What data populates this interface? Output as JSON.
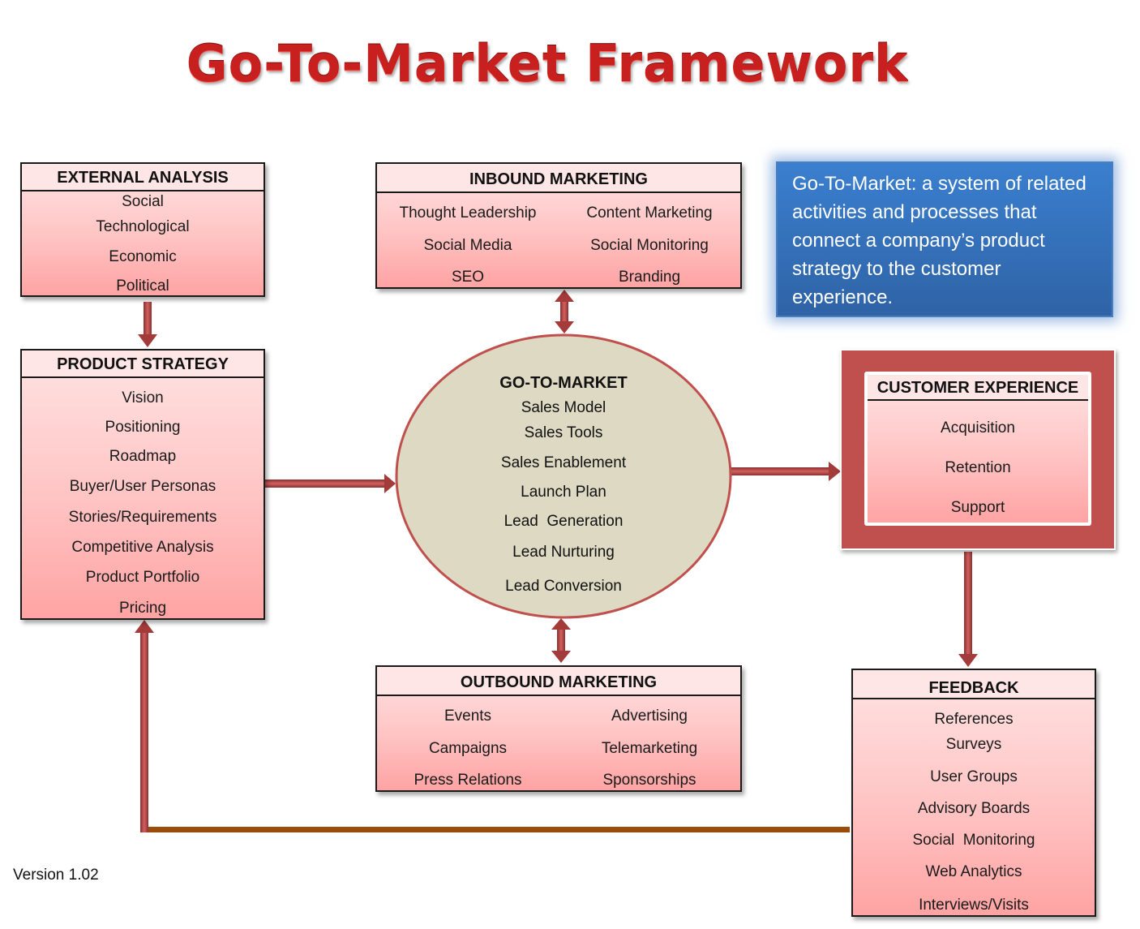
{
  "title": "Go-To-Market Framework",
  "definition": "Go-To-Market: a system of related activities and processes that connect  a company’s product strategy to the customer experience.",
  "version": "Version 1.02",
  "external_analysis": {
    "title": "EXTERNAL ANALYSIS",
    "items": [
      "Social",
      "Technological",
      "Economic",
      "Political"
    ]
  },
  "product_strategy": {
    "title": "PRODUCT STRATEGY",
    "items": [
      "Vision",
      "Positioning",
      "Roadmap",
      "Buyer/User Personas",
      "Stories/Requirements",
      "Competitive Analysis",
      "Product Portfolio",
      "Pricing"
    ]
  },
  "inbound_marketing": {
    "title": "INBOUND MARKETING",
    "left": [
      "Thought Leadership",
      "Social Media",
      "SEO"
    ],
    "right": [
      "Content Marketing",
      "Social Monitoring",
      "Branding"
    ]
  },
  "go_to_market": {
    "title": "GO-TO-MARKET",
    "items": [
      "Sales Model",
      "Sales Tools",
      "Sales Enablement",
      "Launch Plan",
      "Lead  Generation",
      "Lead Nurturing",
      "Lead Conversion"
    ]
  },
  "outbound_marketing": {
    "title": "OUTBOUND MARKETING",
    "left": [
      "Events",
      "Campaigns",
      "Press Relations"
    ],
    "right": [
      "Advertising",
      "Telemarketing",
      "Sponsorships"
    ]
  },
  "customer_experience": {
    "title": "CUSTOMER EXPERIENCE",
    "items": [
      "Acquisition",
      "Retention",
      "Support"
    ]
  },
  "feedback": {
    "title": "FEEDBACK",
    "items": [
      "References",
      "Surveys",
      "User Groups",
      "Advisory Boards",
      "Social  Monitoring",
      "Web Analytics",
      "Interviews/Visits"
    ]
  },
  "colors": {
    "title_red": "#c8201f",
    "arrow_red": "#a33b3b",
    "feedback_line": "#9b4d0c",
    "ellipse_fill": "#ddd9c3",
    "ellipse_border": "#c0504d",
    "definition_blue": "#3a7fcf",
    "cx_frame": "#c0504d"
  }
}
